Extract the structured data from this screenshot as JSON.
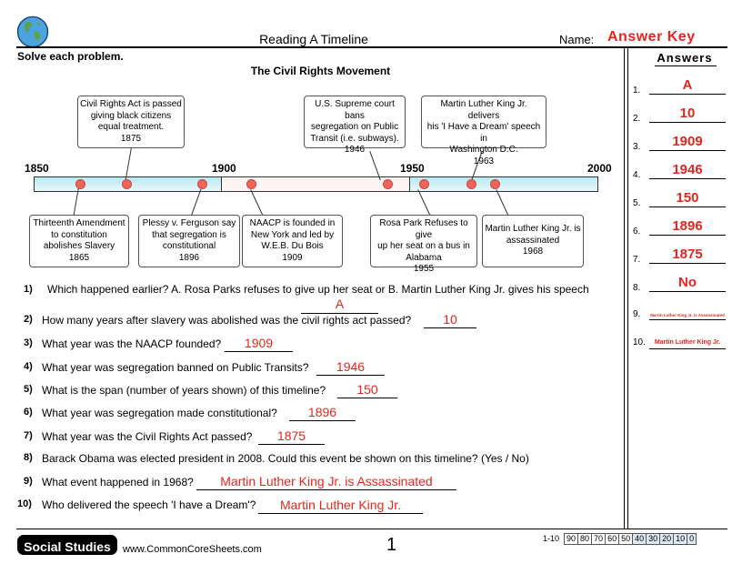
{
  "header": {
    "title": "Reading A Timeline",
    "name_label": "Name:",
    "answer_key": "Answer Key",
    "instructions": "Solve each problem.",
    "subtitle": "The Civil Rights Movement"
  },
  "answers": {
    "heading": "Answers",
    "items": [
      {
        "num": "1.",
        "value": "A"
      },
      {
        "num": "2.",
        "value": "10"
      },
      {
        "num": "3.",
        "value": "1909"
      },
      {
        "num": "4.",
        "value": "1946"
      },
      {
        "num": "5.",
        "value": "150"
      },
      {
        "num": "6.",
        "value": "1896"
      },
      {
        "num": "7.",
        "value": "1875"
      },
      {
        "num": "8.",
        "value": "No"
      },
      {
        "num": "9.",
        "value": "Martin Luther King Jr. is Assassinated"
      },
      {
        "num": "10.",
        "value": "Martin Luther King Jr."
      }
    ]
  },
  "timeline": {
    "year_labels": [
      "1850",
      "1900",
      "1950",
      "2000"
    ],
    "events_top": [
      {
        "line1": "Civil Rights Act is passed",
        "line2": "giving black citizens",
        "line3": "equal treatment.",
        "year": "1875"
      },
      {
        "line1": "U.S. Supreme court bans",
        "line2": "segregation on Public",
        "line3": "Transit (i.e. subways).",
        "year": "1946"
      },
      {
        "line1": "Martin Luther King Jr. delivers",
        "line2": "his 'I Have a Dream' speech in",
        "line3": "Washington D.C.",
        "year": "1963"
      }
    ],
    "events_bottom": [
      {
        "line1": "Thirteenth Amendment",
        "line2": "to constitution",
        "line3": "abolishes Slavery",
        "year": "1865"
      },
      {
        "line1": "Plessy v. Ferguson say",
        "line2": "that segregation is",
        "line3": "constitutional",
        "year": "1896"
      },
      {
        "line1": "NAACP is founded in",
        "line2": "New York and led by",
        "line3": "W.E.B. Du Bois",
        "year": "1909"
      },
      {
        "line1": "Rosa Park Refuses to give",
        "line2": "up her seat on a bus in",
        "line3": "Alabama",
        "year": "1955"
      },
      {
        "line1": "Martin Luther King Jr. is",
        "line2": "assassinated",
        "line3": "",
        "year": "1968"
      }
    ]
  },
  "questions": [
    {
      "num": "1)",
      "text": "Which happened earlier?  A. Rosa Parks refuses to give up her seat   or   B. Martin Luther King Jr. gives his speech",
      "answer": "A"
    },
    {
      "num": "2)",
      "text": "How many years after slavery was abolished was the civil rights act passed?",
      "answer": "10"
    },
    {
      "num": "3)",
      "text": "What year was the NAACP founded?",
      "answer": "1909"
    },
    {
      "num": "4)",
      "text": "What year was segregation banned on Public Transits?",
      "answer": "1946"
    },
    {
      "num": "5)",
      "text": "What is the span (number of years shown) of this timeline?",
      "answer": "150"
    },
    {
      "num": "6)",
      "text": "What year was segregation made constitutional?",
      "answer": "1896"
    },
    {
      "num": "7)",
      "text": "What year was the Civil Rights Act passed?",
      "answer": "1875"
    },
    {
      "num": "8)",
      "text": "Barack Obama was elected president in 2008. Could this event be shown on this timeline? (Yes / No)",
      "answer": ""
    },
    {
      "num": "9)",
      "text": "What event happened in 1968?",
      "answer": "Martin Luther King Jr. is Assassinated"
    },
    {
      "num": "10)",
      "text": "Who delivered the speech 'I have a Dream'?",
      "answer": "Martin Luther King Jr."
    }
  ],
  "footer": {
    "subject": "Social Studies",
    "site": "www.CommonCoreSheets.com",
    "page": "1",
    "scale_label": "1-10",
    "scale": [
      "90",
      "80",
      "70",
      "60",
      "50",
      "40",
      "30",
      "20",
      "10",
      "0"
    ]
  }
}
